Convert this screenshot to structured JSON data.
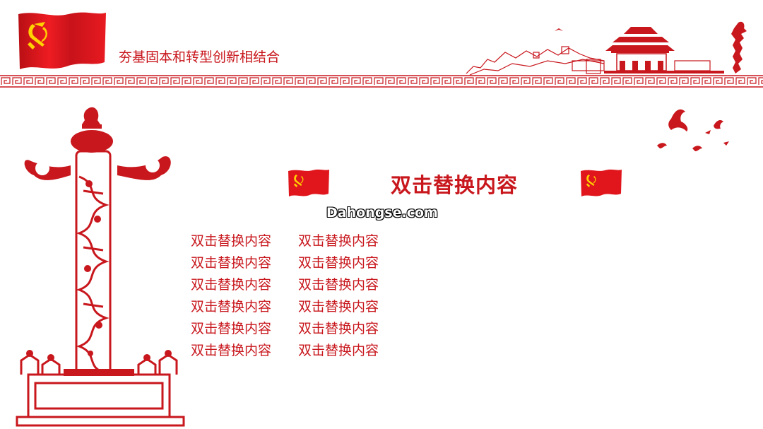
{
  "header": {
    "title": "夯基固本和转型创新相结合"
  },
  "main": {
    "title": "双击替换内容",
    "watermark": "Dahongse.com",
    "items": [
      "双击替换内容",
      "双击替换内容",
      "双击替换内容",
      "双击替换内容",
      "双击替换内容",
      "双击替换内容",
      "双击替换内容",
      "双击替换内容",
      "双击替换内容",
      "双击替换内容",
      "双击替换内容",
      "双击替换内容"
    ]
  },
  "colors": {
    "primary_red": "#c8171d",
    "flag_red": "#e0161c",
    "emblem_yellow": "#ffd200"
  },
  "icons": [
    "party-flag-icon",
    "huabiao-pillar-icon",
    "tiananmen-skyline-icon",
    "flying-birds-icon"
  ]
}
